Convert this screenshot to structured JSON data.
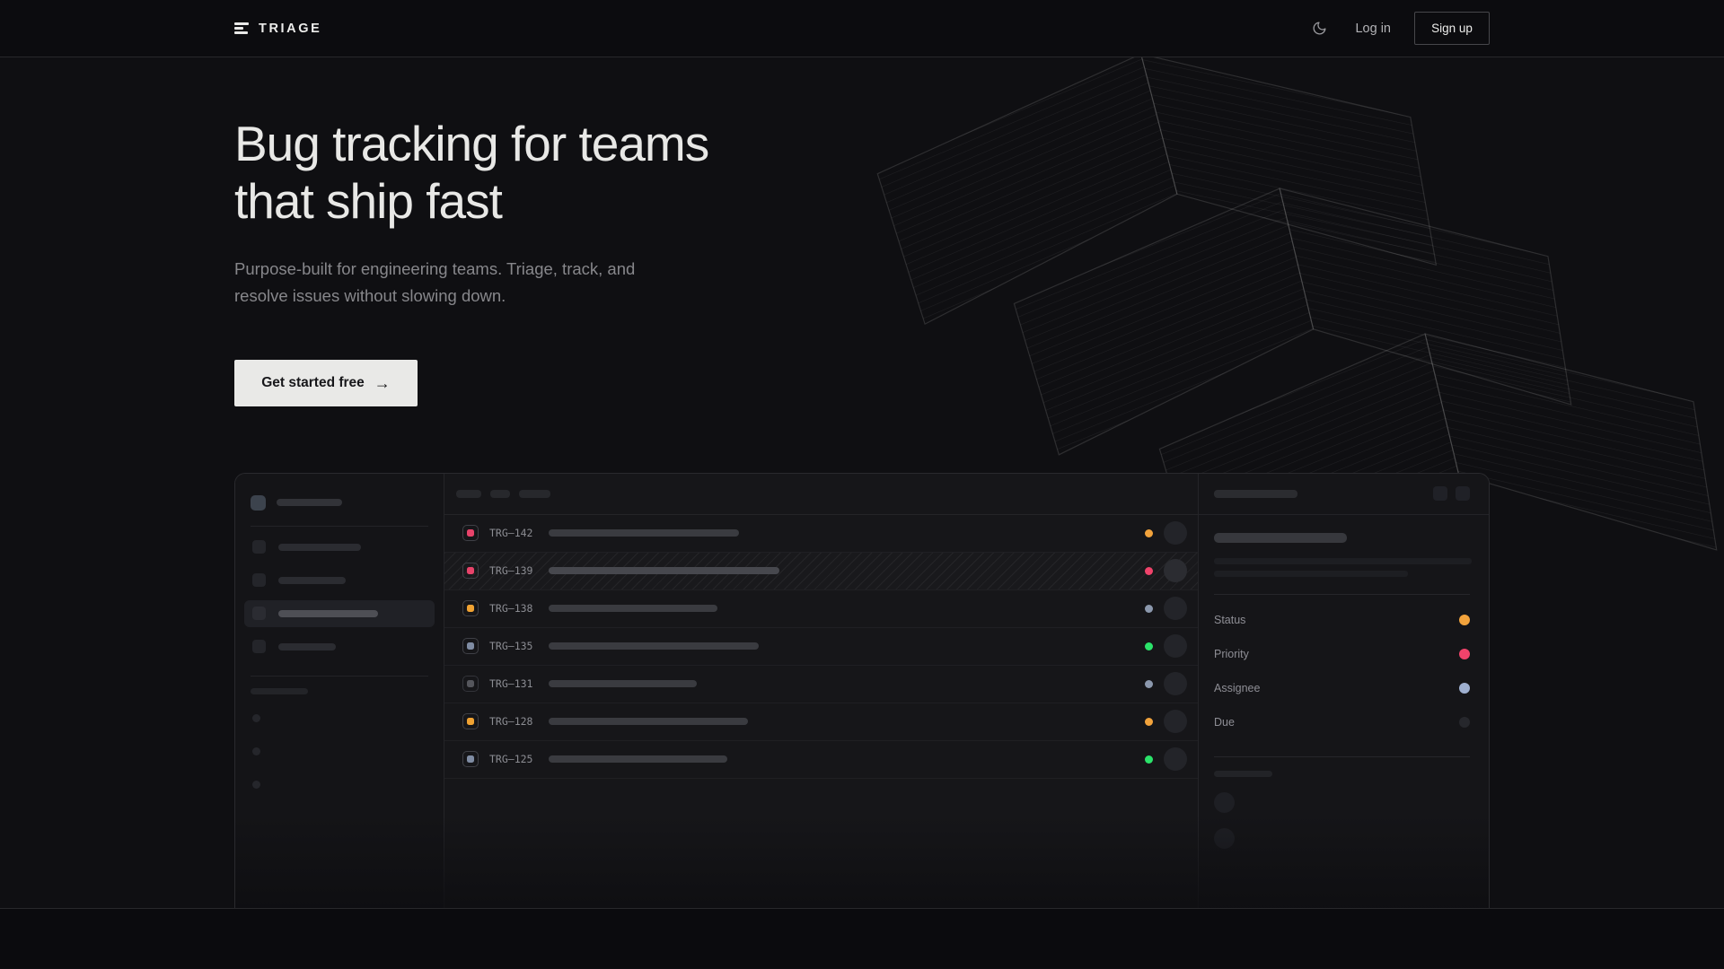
{
  "nav": {
    "brand": "TRIAGE",
    "theme_icon": "moon-crescent",
    "login_label": "Log in",
    "signup_label": "Sign up"
  },
  "hero": {
    "title_line1": "Bug tracking for teams",
    "title_line2": "that ship fast",
    "subtitle": "Purpose-built for engineering teams. Triage, track, and resolve issues without slowing down.",
    "cta_label": "Get started free",
    "cta_icon": "arrow-right",
    "cta_arrow_glyph": "→"
  },
  "mockup": {
    "issues": [
      {
        "id": "TRG–142",
        "icon_color": "#e8436a",
        "dot_color": "#f2a33c",
        "title_width": 212,
        "selected": false,
        "dim": false
      },
      {
        "id": "TRG–139",
        "icon_color": "#e8436a",
        "dot_color": "#f0436b",
        "title_width": 257,
        "selected": true,
        "dim": false
      },
      {
        "id": "TRG–138",
        "icon_color": "#f0a232",
        "dot_color": "#8b98ad",
        "title_width": 188,
        "selected": false,
        "dim": false
      },
      {
        "id": "TRG–135",
        "icon_color": "#7f8ca3",
        "dot_color": "#2be36a",
        "title_width": 234,
        "selected": false,
        "dim": false
      },
      {
        "id": "TRG–131",
        "icon_color": "#55565c",
        "dot_color": "#8b98ad",
        "title_width": 165,
        "selected": false,
        "dim": true
      },
      {
        "id": "TRG–128",
        "icon_color": "#f0a232",
        "dot_color": "#f2a33c",
        "title_width": 222,
        "selected": false,
        "dim": false
      },
      {
        "id": "TRG–125",
        "icon_color": "#7f8ca3",
        "dot_color": "#2be36a",
        "title_width": 199,
        "selected": false,
        "dim": false
      }
    ],
    "detail": {
      "fields": [
        {
          "label": "Status",
          "dot_color": "#f2a33c"
        },
        {
          "label": "Priority",
          "dot_color": "#f0436b"
        },
        {
          "label": "Assignee",
          "dot_color": "#9fb0d0"
        },
        {
          "label": "Due",
          "dot_color": "#26272c"
        }
      ]
    },
    "sidebar": {
      "item_bar_widths": [
        92,
        75,
        111,
        64
      ],
      "active_index": 2
    }
  },
  "colors": {
    "amber": "#f2a33c",
    "pink": "#f0436b",
    "green": "#2be36a",
    "slate": "#8b98ad",
    "cta_background": "#e9e9e7",
    "page_background": "#0d0d10"
  }
}
